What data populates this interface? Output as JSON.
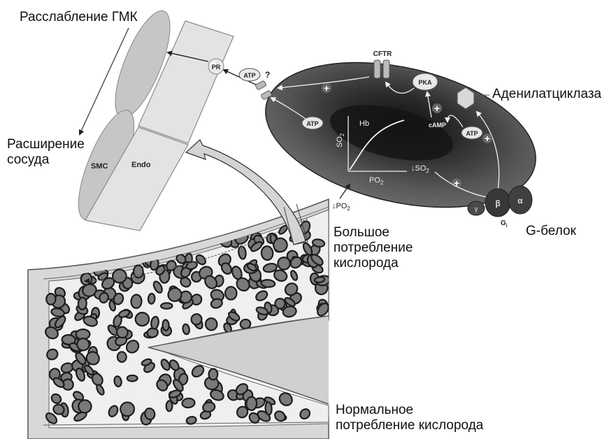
{
  "labels": {
    "smc_relaxation": "Расслабление ГМК",
    "vessel_dilation": "Расширение\nсосуда",
    "adenylate_cyclase": "Аденилатциклаза",
    "g_protein": "G-белок",
    "high_o2": "Большое\nпотребление\nкислорода",
    "normal_o2": "Нормальное\nпотребление кислорода"
  },
  "inline": {
    "smc": "SMC",
    "endo": "Endo",
    "pr": "PR",
    "atp": "ATP",
    "question": "?",
    "cftr": "CFTR",
    "pka": "PKA",
    "camp": "cAMP",
    "hb": "Hb",
    "so2_axis": "SO",
    "so2_sub": "2",
    "po2_axis": "PO",
    "po2_sub": "2",
    "dec_so2": "↓SO",
    "dec_so2_sub": "2",
    "dec_po2": "↓PO",
    "dec_po2_sub": "2",
    "beta": "β",
    "alpha": "α",
    "gamma": "γ",
    "gi": "G",
    "gi_sub": "i",
    "plus": "+"
  },
  "colors": {
    "cell_dark": "#3a3a3a",
    "cell_light": "#9a9a9a",
    "smc_fill": "#c8c8c8",
    "endo_fill": "#e4e4e4",
    "vessel_fill": "#dcdcdc"
  }
}
